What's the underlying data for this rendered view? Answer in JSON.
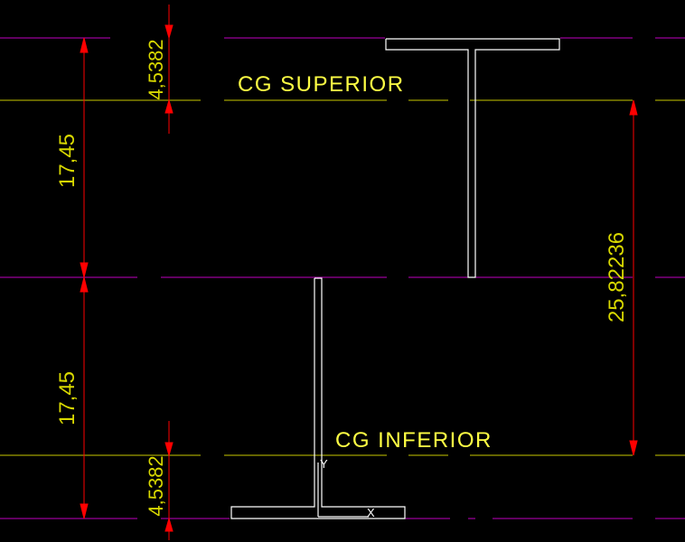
{
  "colors": {
    "background": "#000000",
    "magenta_line": "#c000c0",
    "yellow_line": "#c8c800",
    "dimension": "#ff0000",
    "dim_text": "#d8d800",
    "label_text": "#ffff44",
    "section": "#ffffff"
  },
  "labels": {
    "cg_superior": "CG SUPERIOR",
    "cg_inferior": "CG INFERIOR",
    "axis_y": "Y",
    "axis_x": "X"
  },
  "dimensions": {
    "top_offset": "4,5382",
    "upper_half": "17,45",
    "lower_half": "17,45",
    "bottom_offset": "4,5382",
    "cg_distance": "25,82236"
  }
}
